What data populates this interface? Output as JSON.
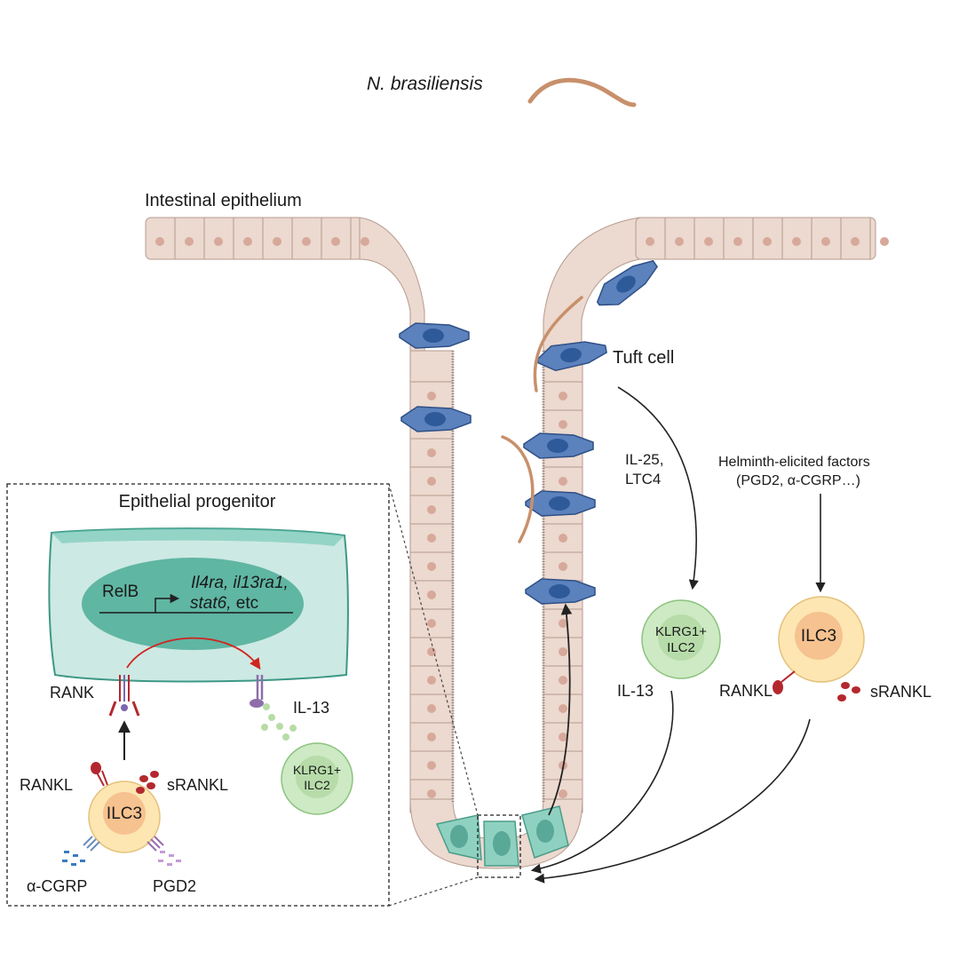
{
  "labels": {
    "organism": "N. brasiliensis",
    "epithelium": "Intestinal epithelium",
    "tuft_cell": "Tuft cell",
    "il25_line1": "IL-25,",
    "il25_line2": "LTC4",
    "helminth_line1": "Helminth-elicited factors",
    "helminth_line2": "(PGD2, α-CGRP…)",
    "klrg1_line1": "KLRG1+",
    "klrg1_line2": "ILC2",
    "il13": "IL-13",
    "ilc3": "ILC3",
    "rankl": "RANKL",
    "srankl": "sRANKL"
  },
  "inset": {
    "title": "Epithelial progenitor",
    "relb": "RelB",
    "genes_line1": "Il4ra, il13ra1,",
    "genes_line2_italic": "stat6,",
    "genes_line2_plain": " etc",
    "rank": "RANK",
    "il13": "IL-13",
    "klrg1_line1": "KLRG1+",
    "klrg1_line2": "ILC2",
    "rankl": "RANKL",
    "srankl": "sRANKL",
    "ilc3": "ILC3",
    "cgrp": "α-CGRP",
    "pgd2": "PGD2"
  },
  "colors": {
    "epithelial_cell": "#ecd9cf",
    "nucleus": "#d7a99a",
    "tuft_cell": "#5b82bd",
    "worm": "#c8906b",
    "stem_cell": "#8fd1c0",
    "ilc2": "#cdeac4",
    "ilc3": "#fde6b2",
    "ilc3_nucleus": "#f6c28f",
    "progenitor": "#6ec6b4",
    "rankl": "#b3282e",
    "arrow_red": "#d0241f"
  }
}
